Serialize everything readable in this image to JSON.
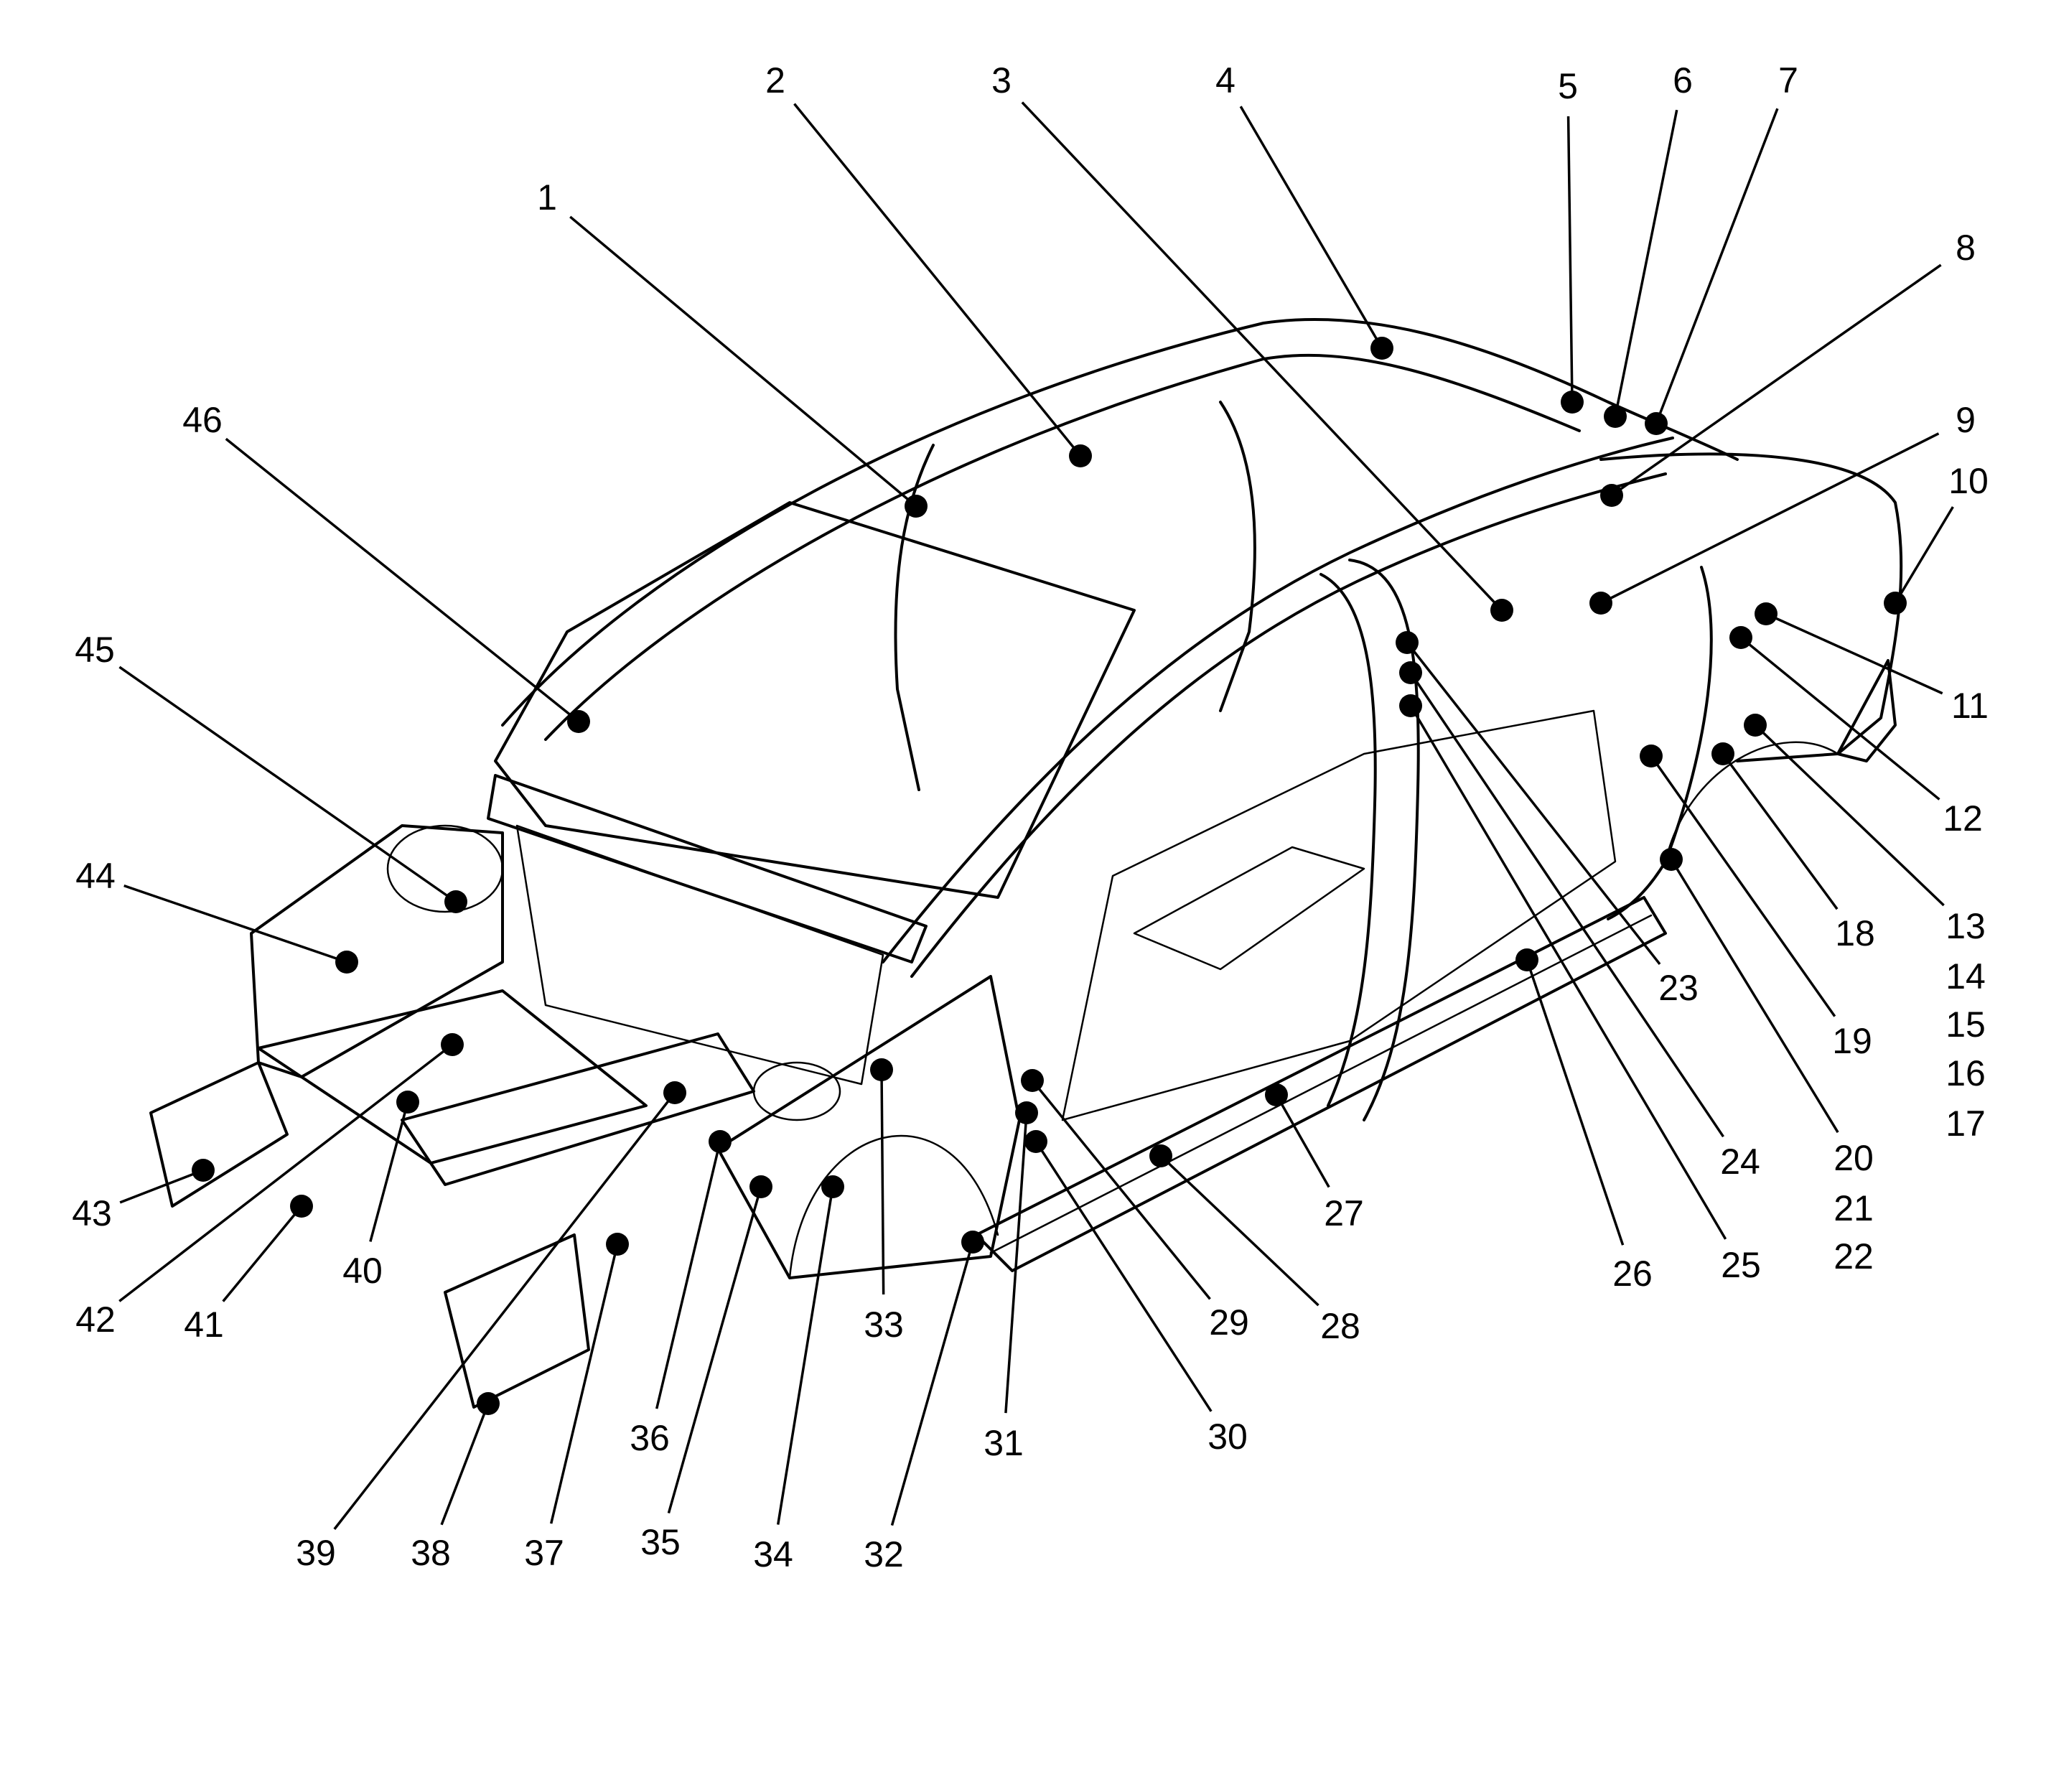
{
  "figure": {
    "subject": "car body structure",
    "colors": {
      "ink": "#000000",
      "paper": "#ffffff"
    }
  },
  "callouts": [
    {
      "id": "c1",
      "label": "1"
    },
    {
      "id": "c2",
      "label": "2"
    },
    {
      "id": "c3",
      "label": "3"
    },
    {
      "id": "c4",
      "label": "4"
    },
    {
      "id": "c5",
      "label": "5"
    },
    {
      "id": "c6",
      "label": "6"
    },
    {
      "id": "c7",
      "label": "7"
    },
    {
      "id": "c8",
      "label": "8"
    },
    {
      "id": "c9",
      "label": "9"
    },
    {
      "id": "c10",
      "label": "10"
    },
    {
      "id": "c11",
      "label": "11"
    },
    {
      "id": "c12",
      "label": "12"
    },
    {
      "id": "c13",
      "label": "13"
    },
    {
      "id": "c14",
      "label": "14"
    },
    {
      "id": "c15",
      "label": "15"
    },
    {
      "id": "c16",
      "label": "16"
    },
    {
      "id": "c17",
      "label": "17"
    },
    {
      "id": "c18",
      "label": "18"
    },
    {
      "id": "c19",
      "label": "19"
    },
    {
      "id": "c20",
      "label": "20"
    },
    {
      "id": "c21",
      "label": "21"
    },
    {
      "id": "c22",
      "label": "22"
    },
    {
      "id": "c23",
      "label": "23"
    },
    {
      "id": "c24",
      "label": "24"
    },
    {
      "id": "c25",
      "label": "25"
    },
    {
      "id": "c26",
      "label": "26"
    },
    {
      "id": "c27",
      "label": "27"
    },
    {
      "id": "c28",
      "label": "28"
    },
    {
      "id": "c29",
      "label": "29"
    },
    {
      "id": "c30",
      "label": "30"
    },
    {
      "id": "c31",
      "label": "31"
    },
    {
      "id": "c32",
      "label": "32"
    },
    {
      "id": "c33",
      "label": "33"
    },
    {
      "id": "c34",
      "label": "34"
    },
    {
      "id": "c35",
      "label": "35"
    },
    {
      "id": "c36",
      "label": "36"
    },
    {
      "id": "c37",
      "label": "37"
    },
    {
      "id": "c38",
      "label": "38"
    },
    {
      "id": "c39",
      "label": "39"
    },
    {
      "id": "c40",
      "label": "40"
    },
    {
      "id": "c41",
      "label": "41"
    },
    {
      "id": "c42",
      "label": "42"
    },
    {
      "id": "c43",
      "label": "43"
    },
    {
      "id": "c44",
      "label": "44"
    },
    {
      "id": "c45",
      "label": "45"
    },
    {
      "id": "c46",
      "label": "46"
    }
  ]
}
